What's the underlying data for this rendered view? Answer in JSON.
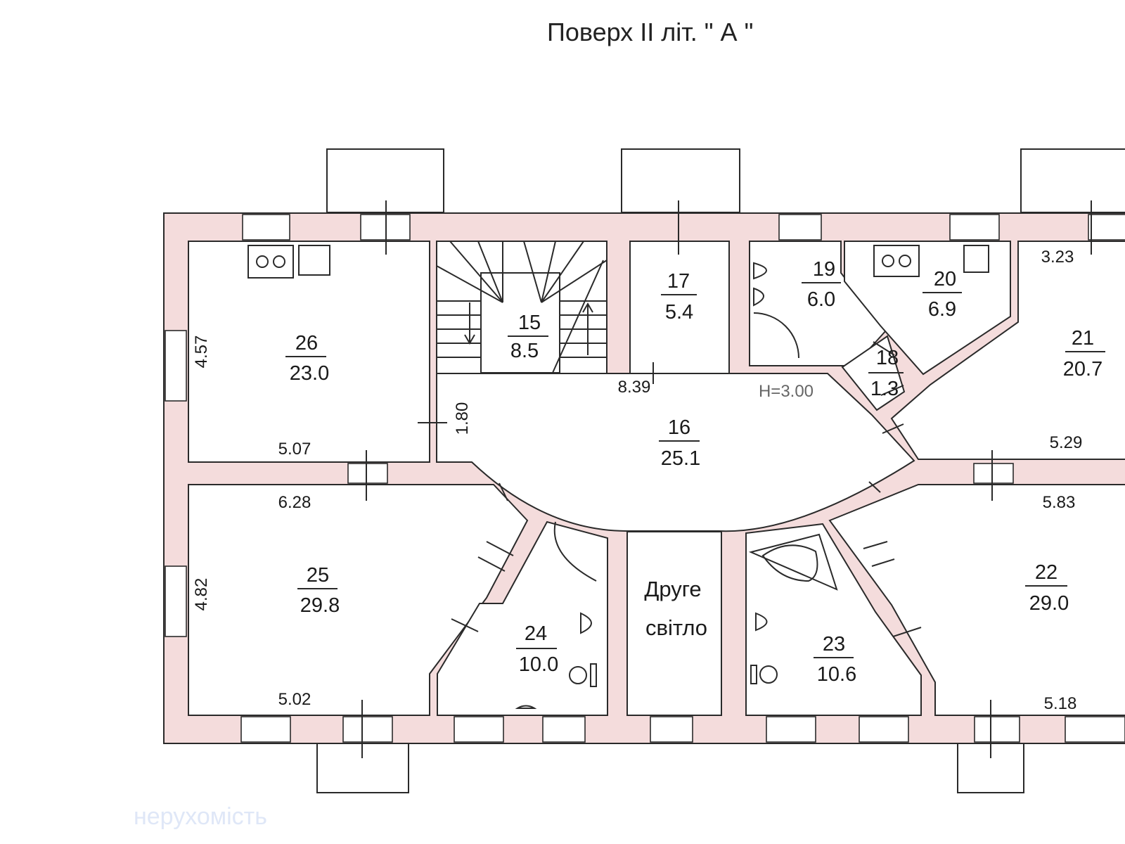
{
  "title": "Поверх  ІІ  літ. \" А \"",
  "height_note": "H=3.00",
  "stair_room": "stair",
  "rooms": [
    {
      "id": "r15",
      "number": "15",
      "area": "8.5"
    },
    {
      "id": "r16",
      "number": "16",
      "area": "25.1"
    },
    {
      "id": "r17",
      "number": "17",
      "area": "5.4"
    },
    {
      "id": "r18",
      "number": "18",
      "area": "1.3"
    },
    {
      "id": "r19",
      "number": "19",
      "area": "6.0"
    },
    {
      "id": "r20",
      "number": "20",
      "area": "6.9"
    },
    {
      "id": "r21",
      "number": "21",
      "area": "20.7"
    },
    {
      "id": "r22",
      "number": "22",
      "area": "29.0"
    },
    {
      "id": "r23",
      "number": "23",
      "area": "10.6"
    },
    {
      "id": "r24",
      "number": "24",
      "area": "10.0"
    },
    {
      "id": "r25",
      "number": "25",
      "area": "29.8"
    },
    {
      "id": "r26",
      "number": "26",
      "area": "23.0"
    }
  ],
  "void_label": {
    "line1": "Друге",
    "line2": "світло"
  },
  "dimensions": {
    "d26_height": "4.57",
    "d26_width": "5.07",
    "d25_top": "6.28",
    "d25_height": "4.82",
    "d25_bottom": "5.02",
    "d16_stair": "8.39",
    "d16_corridor": "1.80",
    "d21_top": "3.23",
    "d21_bottom": "5.29",
    "d22_top": "5.83",
    "d22_bottom": "5.18"
  },
  "watermark": "нерухомість"
}
